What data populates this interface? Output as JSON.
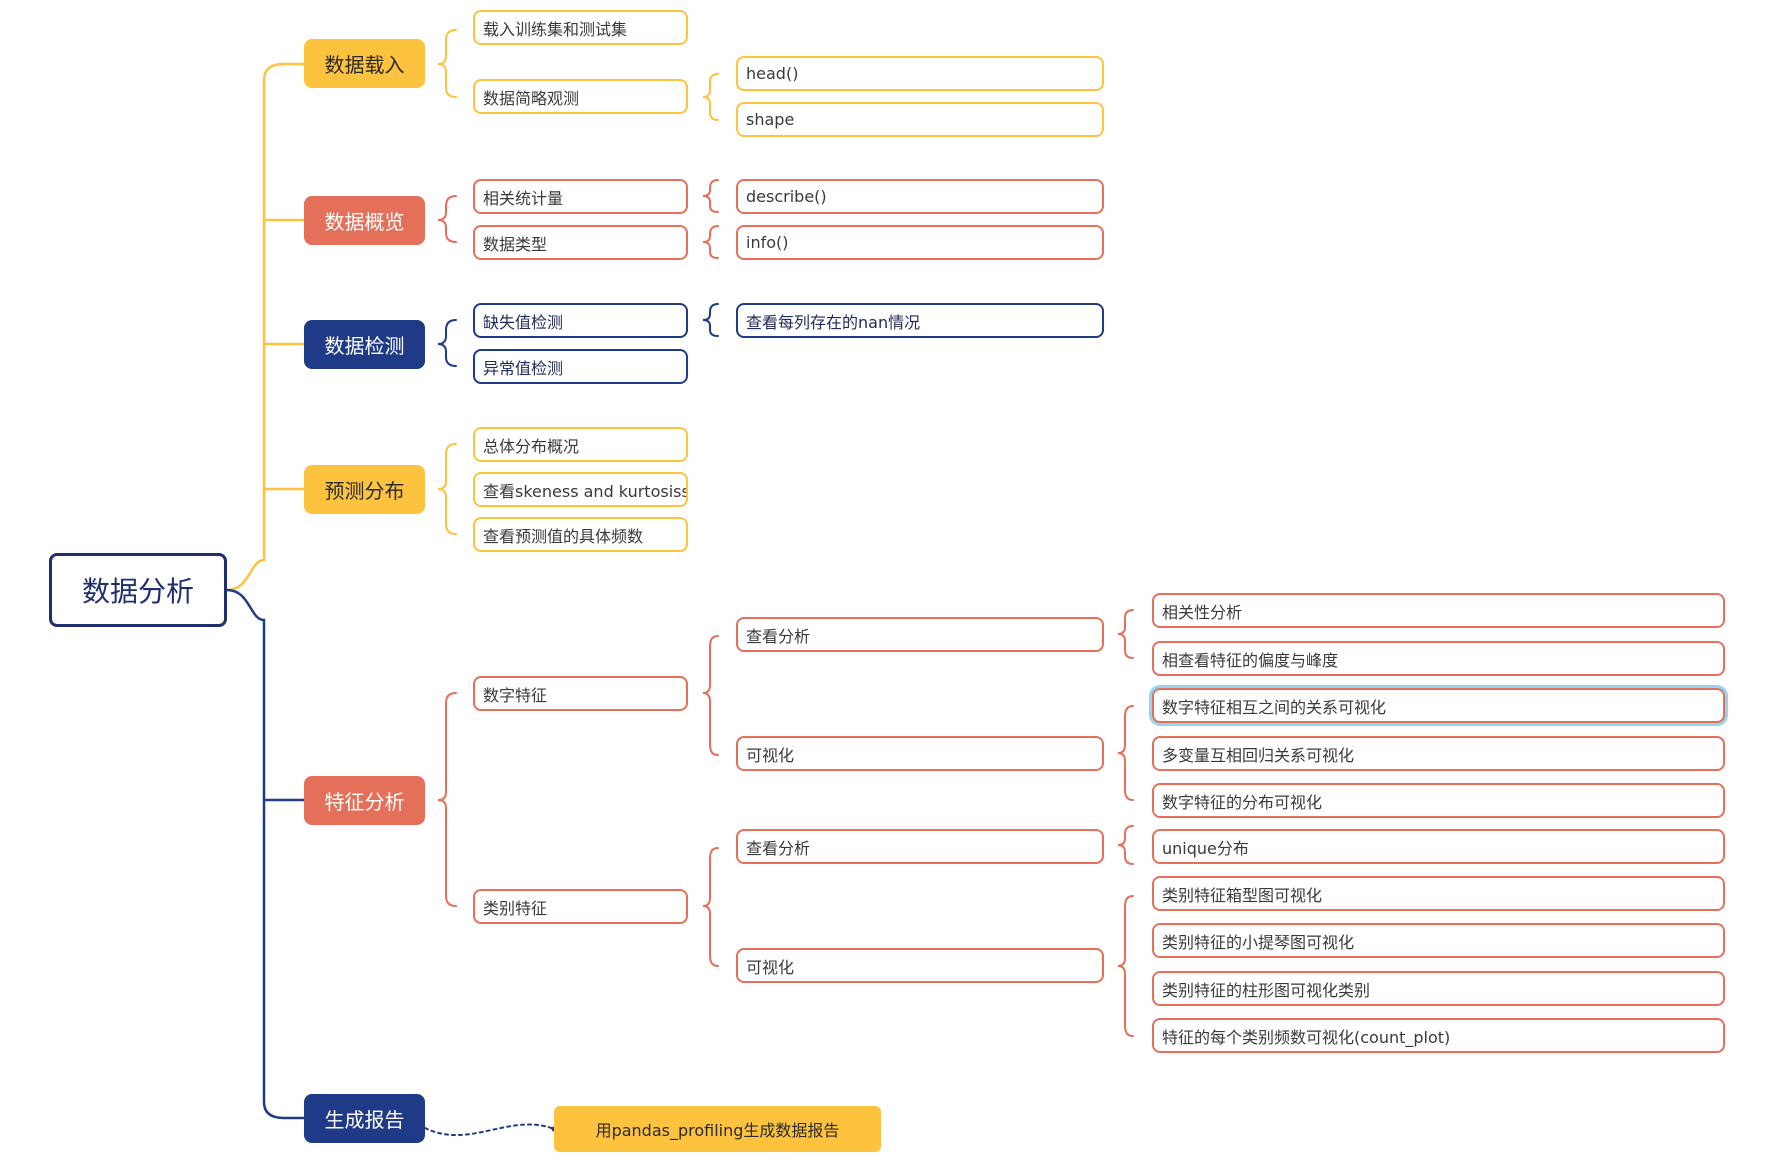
{
  "root": "数据分析",
  "branches": {
    "load": "数据载入",
    "overview": "数据概览",
    "detect": "数据检测",
    "predict": "预测分布",
    "feature": "特征分析",
    "report": "生成报告"
  },
  "load_items": {
    "load_sets": "载入训练集和测试集",
    "brief": "数据简略观测",
    "head": "head()",
    "shape": "shape"
  },
  "overview_items": {
    "stats": "相关统计量",
    "types": "数据类型",
    "describe": "describe()",
    "info": "info()"
  },
  "detect_items": {
    "missing": "缺失值检测",
    "outlier": "异常值检测",
    "nan": "查看每列存在的nan情况"
  },
  "predict_items": {
    "overall": "总体分布概况",
    "skew": "查看skeness and kurtosiss",
    "freq": "查看预测值的具体频数"
  },
  "feature_items": {
    "numeric": "数字特征",
    "categorical": "类别特征",
    "num_analysis": "查看分析",
    "num_visual": "可视化",
    "cat_analysis": "查看分析",
    "cat_visual": "可视化",
    "correlation": "相关性分析",
    "skew_kurt": "相查看特征的偏度与峰度",
    "num_relation": "数字特征相互之间的关系可视化",
    "multi_regression": "多变量互相回归关系可视化",
    "num_dist": "数字特征的分布可视化",
    "unique": "unique分布",
    "box": "类别特征箱型图可视化",
    "violin": "类别特征的小提琴图可视化",
    "bar": "类别特征的柱形图可视化类别",
    "count": "特征的每个类别频数可视化(count_plot)"
  },
  "report_item": "用pandas_profiling生成数据报告",
  "colors": {
    "yellow": "#fdc23e",
    "red": "#e5705a",
    "blue": "#1f3a87",
    "root_border": "#1f2f6e",
    "selection": "#8fd6f5"
  }
}
